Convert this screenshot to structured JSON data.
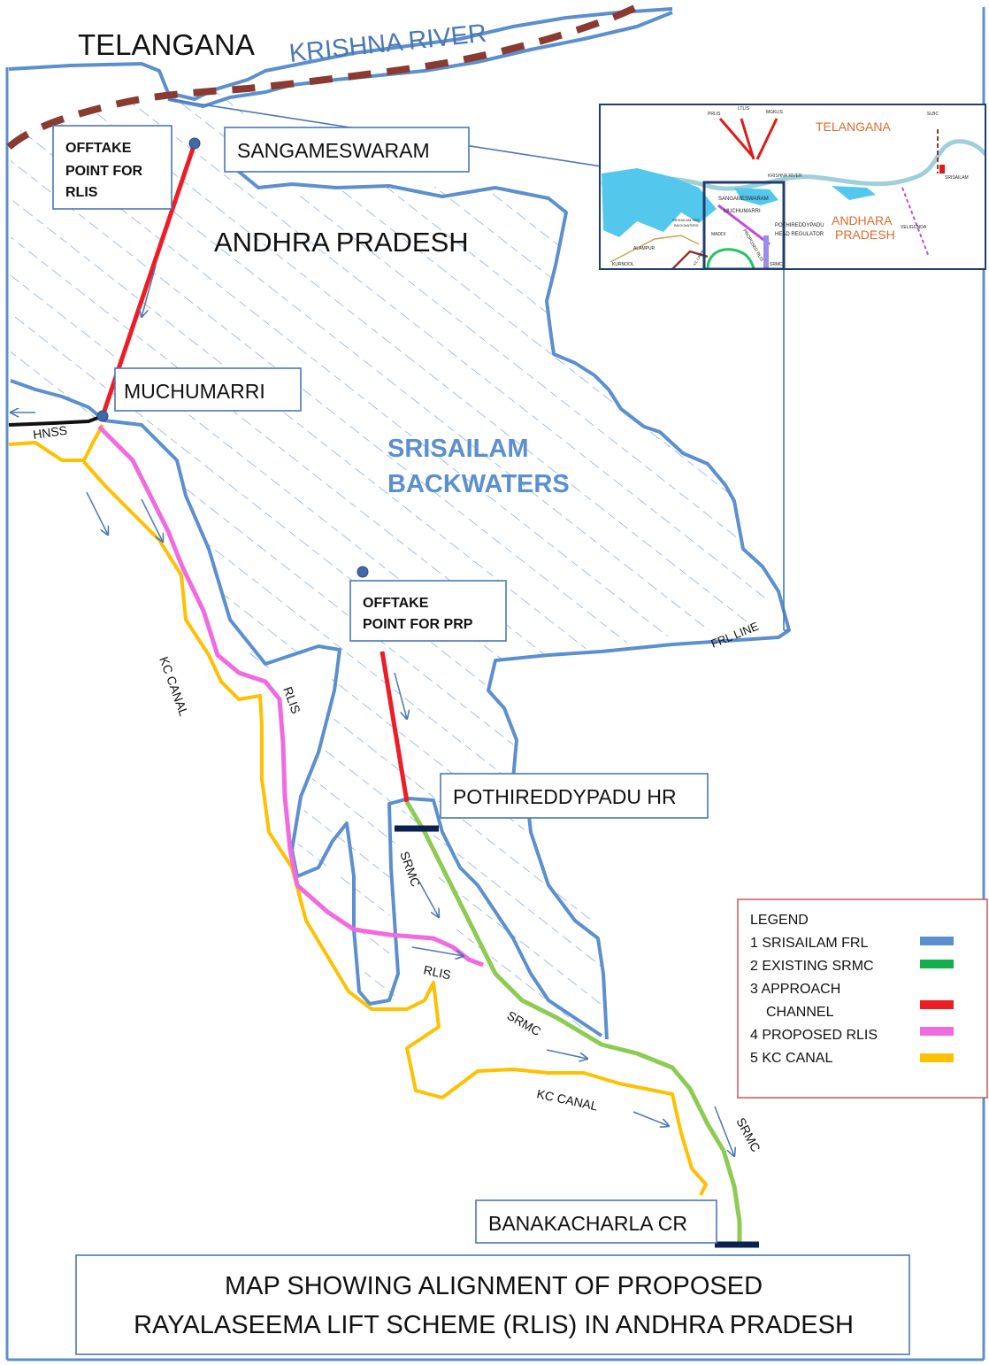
{
  "regions": {
    "telangana": "TELANGANA",
    "andhra_pradesh": "ANDHRA PRADESH",
    "backwaters_line1": "SRISAILAM",
    "backwaters_line2": "BACKWATERS"
  },
  "river": {
    "label": "KRISHNA RIVER"
  },
  "places": {
    "sangameswaram": "SANGAMESWARAM",
    "muchumarri": "MUCHUMARRI",
    "pothireddypadu": "POTHIREDDYPADU HR",
    "banakacharla": "BANAKACHARLA CR"
  },
  "offtake_rlis": {
    "line1": "OFFTAKE",
    "line2": "POINT FOR",
    "line3": "RLIS"
  },
  "offtake_prp": {
    "line1": "OFFTAKE",
    "line2": "POINT FOR PRP"
  },
  "canal_labels": {
    "hnss": "HNSS",
    "kc_canal_upper": "KC CANAL",
    "kc_canal_lower": "KC CANAL",
    "rlis_upper": "RLIS",
    "rlis_lower": "RLIS",
    "srmc_upper": "SRMC",
    "srmc_middle": "SRMC",
    "srmc_lower": "SRMC",
    "frl_line": "FRL LINE"
  },
  "legend": {
    "title": "LEGEND",
    "items": [
      {
        "text": "1 SRISAILAM FRL",
        "color": "#5b8fd0"
      },
      {
        "text": "2 EXISTING SRMC",
        "color": "#11b04c"
      },
      {
        "text": "3 APPROACH",
        "text2": "CHANNEL",
        "color": "#ee1c24"
      },
      {
        "text": "4 PROPOSED RLIS",
        "color": "#f06be0"
      },
      {
        "text": "5 KC CANAL",
        "color": "#ffc000"
      }
    ]
  },
  "inset": {
    "telangana": "TELANGANA",
    "andhra_line1": "ANDHARA",
    "andhra_line2": "PRADESH",
    "krishna_river": "KRISHNA RIVER",
    "sangameswaram": "SANGAMESWARAM",
    "muchumarri": "MUCHUMARRI",
    "pothireddypadu_line1": "POTHIREDDYPADU",
    "pothireddypadu_line2": "HEAD REGULATOR",
    "proposed_rlis": "PROPOSED RLIS",
    "srisailam_backwaters_line1": "SRISAILAM RES",
    "srisailam_backwaters_line2": "BACKWATERS",
    "alampur": "ALAMPUR",
    "kurnool": "KURNOOL",
    "veligonda": "VELIGONDA",
    "srisailam": "SRISAILAM",
    "prlis": "PRLIS",
    "ltlis": "LTLIS",
    "mgklis": "MGKLIS",
    "slbc": "SLBC",
    "srmc": "SRMC",
    "kc_canal": "KC CANAL",
    "maddi": "MADDI"
  },
  "title": {
    "line1": "MAP SHOWING ALIGNMENT OF PROPOSED",
    "line2": "RAYALASEEMA LIFT SCHEME (RLIS)   IN ANDHRA PRADESH"
  }
}
